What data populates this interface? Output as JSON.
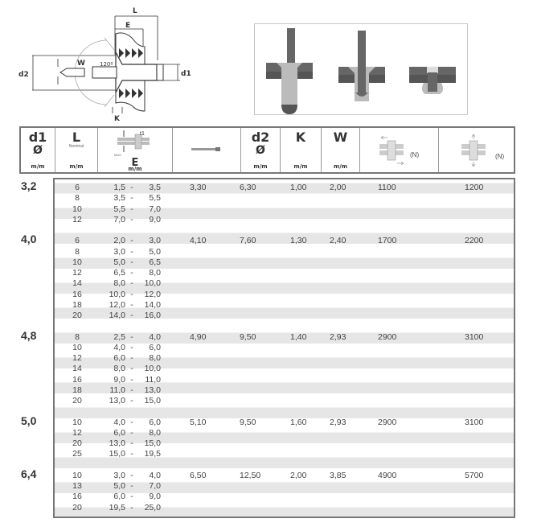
{
  "diagram": {
    "L": "L",
    "E": "E",
    "d2": "d2",
    "W": "W",
    "angle": "120º",
    "d1": "d1",
    "K": "K"
  },
  "header": {
    "d1": {
      "symbol": "d1",
      "sub": "Ø",
      "unit": "m/m"
    },
    "L": {
      "symbol": "L",
      "sub": "Nominal",
      "unit": "m/m"
    },
    "E": {
      "t1": "t1",
      "max": "MAX",
      "symbol": "E",
      "unit": "m/m"
    },
    "d2": {
      "symbol": "d2",
      "sub": "Ø",
      "unit": "m/m"
    },
    "K": {
      "symbol": "K",
      "unit": "m/m"
    },
    "W": {
      "symbol": "W",
      "unit": "m/m"
    },
    "shear": {
      "unit": "(N)"
    },
    "tensile": {
      "unit": "(N)"
    }
  },
  "groups": [
    {
      "d1": "3,2",
      "mandrel": "3,30",
      "d2": "6,30",
      "K": "1,00",
      "W": "2,00",
      "shear": "1100",
      "tensile": "1200",
      "rows": [
        [
          "6",
          "1,5",
          "3,5"
        ],
        [
          "8",
          "3,5",
          "5,5"
        ],
        [
          "10",
          "5,5",
          "7,0"
        ],
        [
          "12",
          "7,0",
          "9,0"
        ]
      ]
    },
    {
      "d1": "4,0",
      "mandrel": "4,10",
      "d2": "7,60",
      "K": "1,30",
      "W": "2,40",
      "shear": "1700",
      "tensile": "2200",
      "rows": [
        [
          "6",
          "2,0",
          "3,0"
        ],
        [
          "8",
          "3,0",
          "5,0"
        ],
        [
          "10",
          "5,0",
          "6,5"
        ],
        [
          "12",
          "6,5",
          "8,0"
        ],
        [
          "14",
          "8,0",
          "10,0"
        ],
        [
          "16",
          "10,0",
          "12,0"
        ],
        [
          "18",
          "12,0",
          "14,0"
        ],
        [
          "20",
          "14,0",
          "16,0"
        ]
      ]
    },
    {
      "d1": "4,8",
      "mandrel": "4,90",
      "d2": "9,50",
      "K": "1,40",
      "W": "2,93",
      "shear": "2900",
      "tensile": "3100",
      "rows": [
        [
          "8",
          "2,5",
          "4,0"
        ],
        [
          "10",
          "4,0",
          "6,0"
        ],
        [
          "12",
          "6,0",
          "8,0"
        ],
        [
          "14",
          "8,0",
          "10,0"
        ],
        [
          "16",
          "9,0",
          "11,0"
        ],
        [
          "18",
          "11,0",
          "13,0"
        ],
        [
          "20",
          "13,0",
          "15,0"
        ]
      ]
    },
    {
      "d1": "5,0",
      "mandrel": "5,10",
      "d2": "9,50",
      "K": "1,60",
      "W": "2,93",
      "shear": "2900",
      "tensile": "3100",
      "rows": [
        [
          "10",
          "4,0",
          "6,0"
        ],
        [
          "12",
          "6,0",
          "8,0"
        ],
        [
          "20",
          "13,0",
          "15,0"
        ],
        [
          "25",
          "15,0",
          "19,5"
        ]
      ]
    },
    {
      "d1": "6,4",
      "mandrel": "6,50",
      "d2": "12,50",
      "K": "2,00",
      "W": "3,85",
      "shear": "4900",
      "tensile": "5700",
      "rows": [
        [
          "10",
          "3,0",
          "4,0"
        ],
        [
          "13",
          "5,0",
          "7,0"
        ],
        [
          "16",
          "6,0",
          "9,0"
        ],
        [
          "20",
          "19,5",
          "25,0"
        ]
      ]
    }
  ],
  "colors": {
    "border": "#777777",
    "stripe": "#e6e6e6",
    "steel": "#666666",
    "alu": "#bbbbbb"
  }
}
